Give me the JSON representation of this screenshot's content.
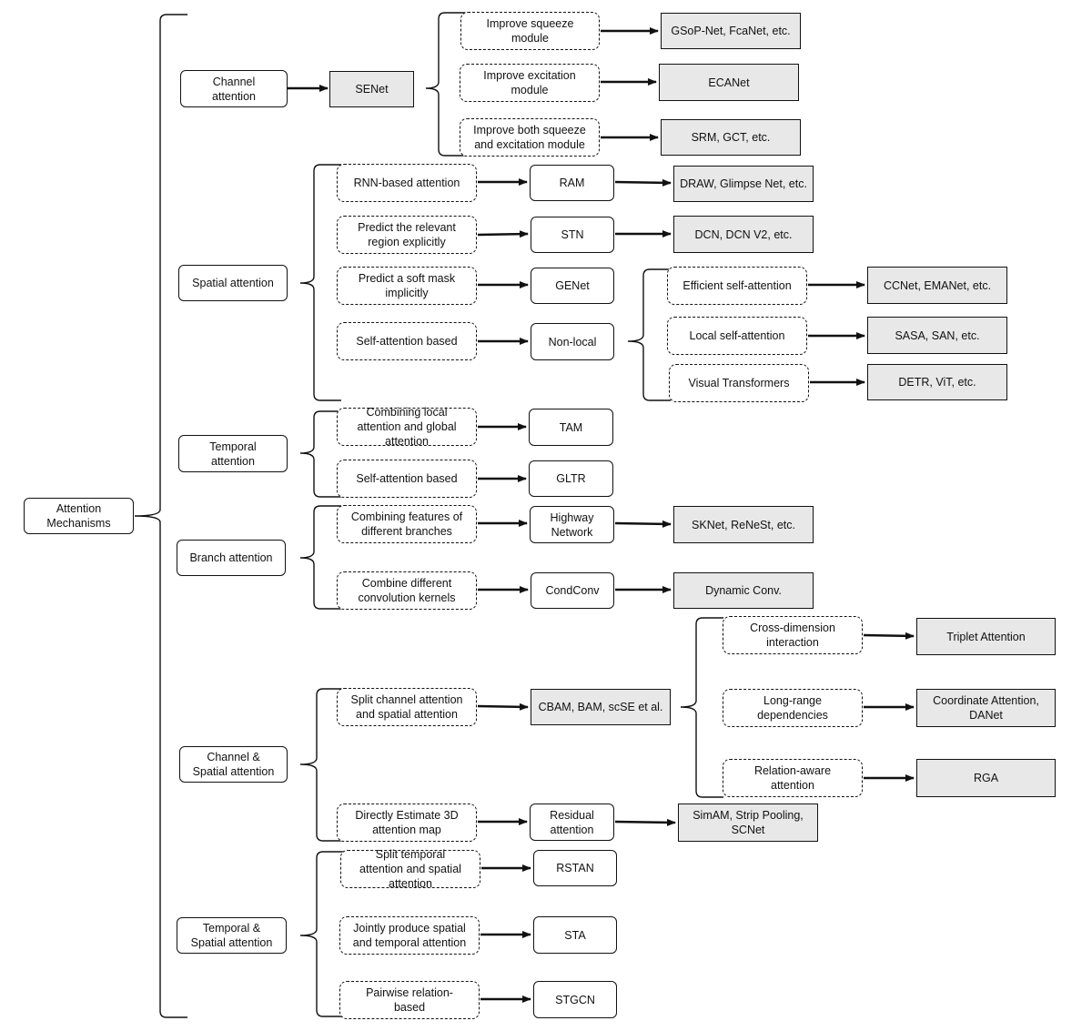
{
  "colors": {
    "line": "#111111",
    "result_fill": "#e8e8e8",
    "box_fill": "#ffffff"
  },
  "root": "Attention\nMechanisms",
  "channel": {
    "category": "Channel\nattention",
    "base": "SENet",
    "improve_squeeze": "Improve squeeze\nmodule",
    "improve_squeeze_result": "GSoP-Net, FcaNet, etc.",
    "improve_excitation": "Improve excitation\nmodule",
    "improve_excitation_result": "ECANet",
    "improve_both": "Improve both squeeze\nand excitation module",
    "improve_both_result": "SRM, GCT, etc."
  },
  "spatial": {
    "category": "Spatial attention",
    "rnn": "RNN-based attention",
    "rnn_method": "RAM",
    "rnn_result": "DRAW, Glimpse Net, etc.",
    "explicit": "Predict the relevant\nregion explicitly",
    "explicit_method": "STN",
    "explicit_result": "DCN, DCN V2,  etc.",
    "implicit": "Predict a soft mask\nimplicitly",
    "implicit_method": "GENet",
    "self_attention": "Self-attention based",
    "self_attention_method": "Non-local",
    "efficient": "Efficient self-attention",
    "efficient_result": "CCNet, EMANet, etc.",
    "local": "Local self-attention",
    "local_result": "SASA, SAN, etc.",
    "visual_transformers": "Visual Transformers",
    "visual_transformers_result": "DETR, ViT, etc."
  },
  "temporal": {
    "category": "Temporal\nattention",
    "combining": "Combining local\nattention and global\nattention",
    "combining_method": "TAM",
    "self_attention": "Self-attention based",
    "self_attention_method": "GLTR"
  },
  "branch": {
    "category": "Branch attention",
    "combining_features": "Combining features of\ndifferent branches",
    "highway": "Highway\nNetwork",
    "highway_result": "SKNet, ReNeSt,  etc.",
    "combine_kernels": "Combine different\nconvolution kernels",
    "condconv": "CondConv",
    "condconv_result": "Dynamic Conv."
  },
  "channel_spatial": {
    "category": "Channel &\nSpatial attention",
    "split": "Split channel attention\nand spatial attention",
    "split_method": "CBAM, BAM, scSE et al.",
    "cross_dimension": "Cross-dimension\ninteraction",
    "cross_dimension_result": "Triplet Attention",
    "long_range": "Long-range\ndependencies",
    "long_range_result": "Coordinate Attention,\nDANet",
    "relation_aware": "Relation-aware\nattention",
    "relation_aware_result": "RGA",
    "directly": "Directly Estimate 3D\nattention map",
    "residual": "Residual\nattention",
    "residual_result": "SimAM, Strip Pooling,\nSCNet"
  },
  "temporal_spatial": {
    "category": "Temporal &\nSpatial attention",
    "split_temporal": "Split temporal\nattention and spatial\nattention",
    "rstan": "RSTAN",
    "jointly": "Jointly produce spatial\nand temporal attention",
    "sta": "STA",
    "pairwise": "Pairwise relation-\nbased",
    "stgcn": "STGCN"
  }
}
